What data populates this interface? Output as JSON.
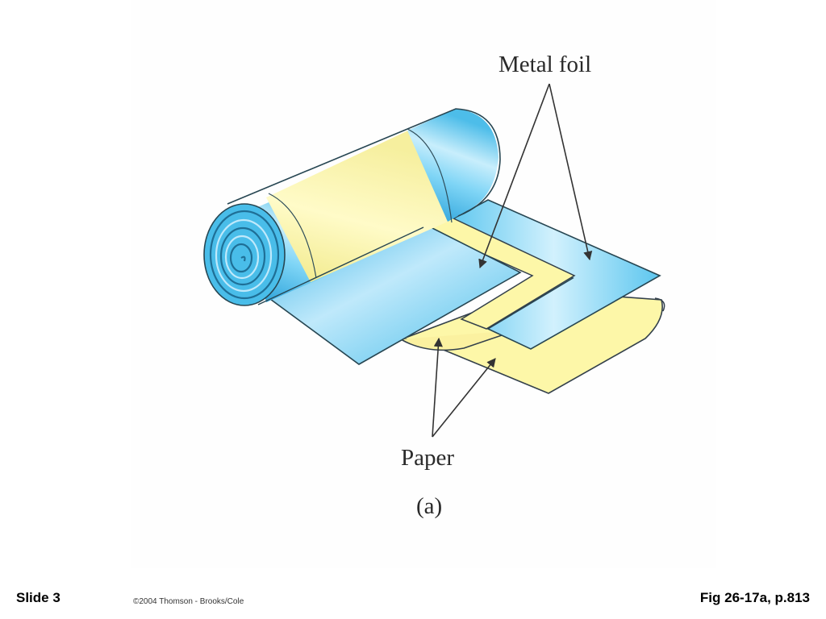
{
  "figure": {
    "label_metal_foil": "Metal foil",
    "label_paper": "Paper",
    "sublabel": "(a)",
    "colors": {
      "foil": "#5ec8ee",
      "foil_dark": "#1e8fc7",
      "paper": "#fdf7a4",
      "paper_edge": "#2f3a44",
      "arrow": "#333333"
    }
  },
  "footer": {
    "slide_label": "Slide 3",
    "copyright": "©2004 Thomson - Brooks/Cole",
    "figure_ref": "Fig 26-17a, p.813"
  }
}
